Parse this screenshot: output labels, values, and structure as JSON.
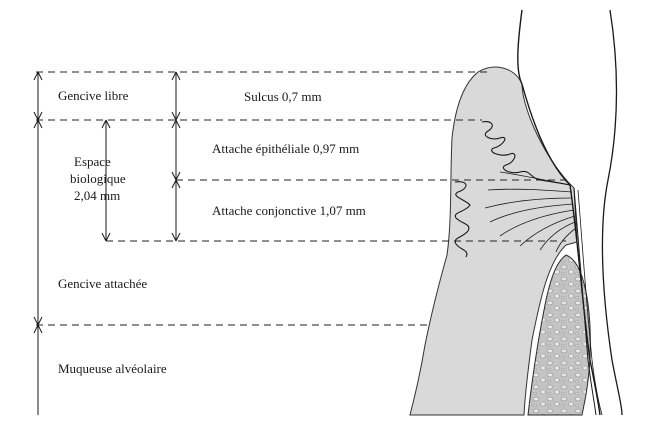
{
  "labels": {
    "gencive_libre": "Gencive libre",
    "sulcus": "Sulcus 0,7 mm",
    "espace_line1": "Espace",
    "espace_line2": "biologique",
    "espace_line3": "2,04 mm",
    "attache_epitheliale": "Attache épithéliale 0,97 mm",
    "attache_conjonctive": "Attache conjonctive 1,07 mm",
    "gencive_attachee": "Gencive attachée",
    "muqueuse_alveolaire": "Muqueuse alvéolaire"
  },
  "colors": {
    "gingiva_fill": "#d9d9d9",
    "bone_fill": "#bdbdbd",
    "ink": "#1a1a1a"
  }
}
